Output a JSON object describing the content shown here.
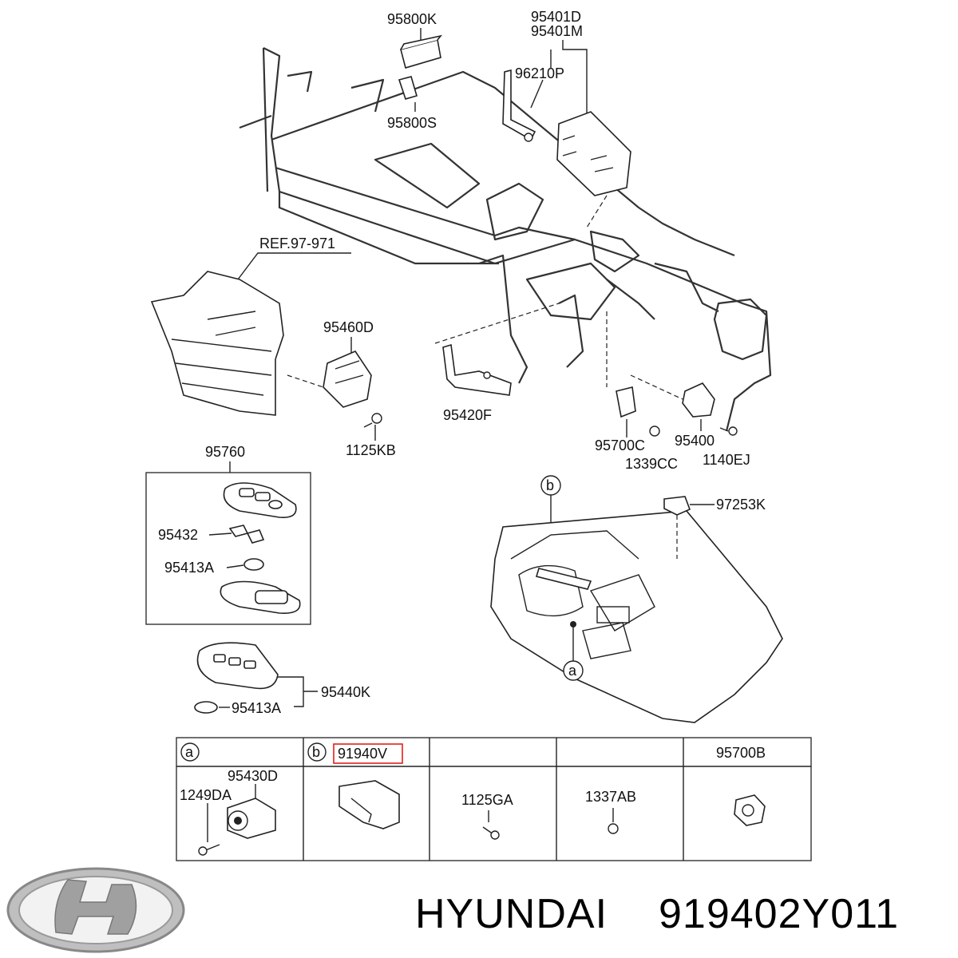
{
  "callouts": {
    "p95800K": "95800K",
    "p95800S": "95800S",
    "p95401D": "95401D",
    "p95401M": "95401M",
    "p96210P": "96210P",
    "ref": "REF.97-971",
    "p95460D": "95460D",
    "p1125KB": "1125KB",
    "p95420F": "95420F",
    "p95700C": "95700C",
    "p1339CC": "1339CC",
    "p95400": "95400",
    "p1140EJ": "1140EJ",
    "p95760": "95760",
    "p95432": "95432",
    "p95413A_1": "95413A",
    "p95440K": "95440K",
    "p95413A_2": "95413A",
    "p97253K": "97253K",
    "marker_a": "a",
    "marker_b": "b"
  },
  "table": {
    "col_a_marker": "a",
    "col_b_marker": "b",
    "col_b_part": "91940V",
    "col_e_part": "95700B",
    "row_95430D": "95430D",
    "row_1249DA": "1249DA",
    "row_1125GA": "1125GA",
    "row_1337AB": "1337AB",
    "highlight_color": "#e0201c"
  },
  "footer": {
    "brand": "HYUNDAI",
    "part_number": "919402Y011"
  }
}
